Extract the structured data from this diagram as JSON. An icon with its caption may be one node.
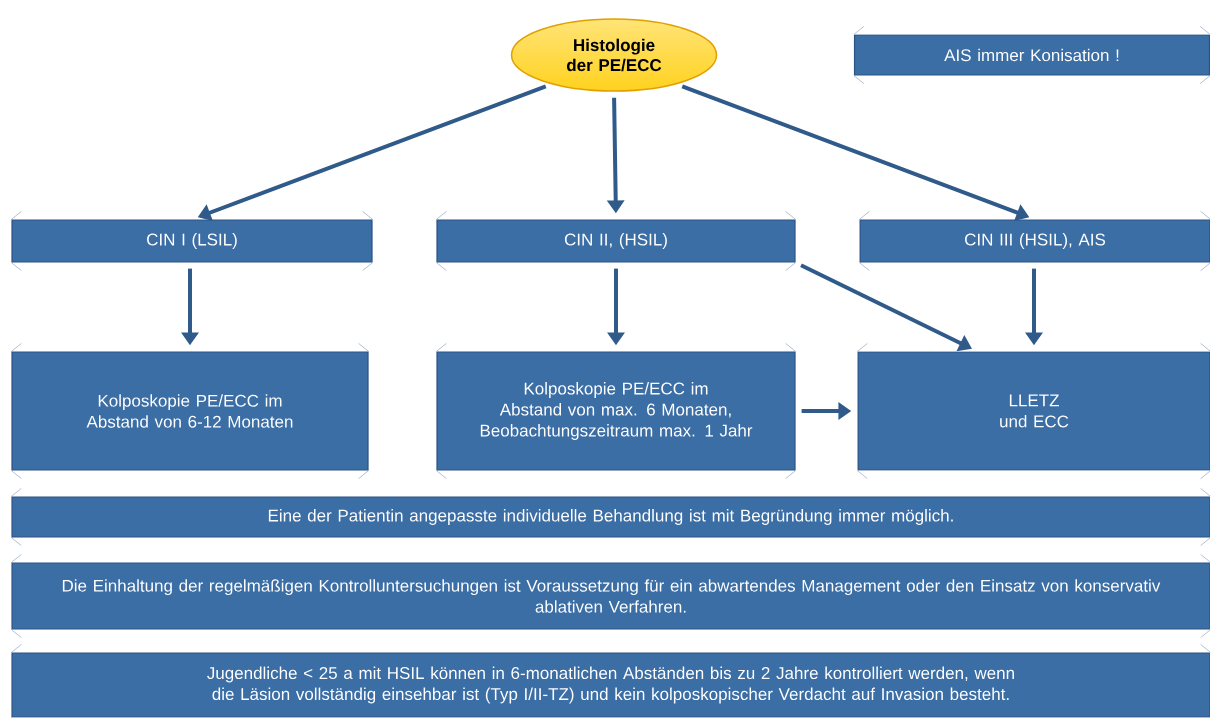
{
  "diagram": {
    "nodes": [
      {
        "text": [
          "Histologie der PE/ECC"
        ]
      },
      {
        "text": [
          "AIS immer Konisation !"
        ]
      },
      {
        "text": [
          "CIN I (LSIL)"
        ]
      },
      {
        "text": [
          "CIN II, (HSIL)"
        ]
      },
      {
        "text": [
          "CIN III (HSIL), AIS"
        ]
      },
      {
        "text": [
          "Kolposkopie PE/ECC im Abstand von 6-12 Monaten"
        ]
      },
      {
        "text": [
          "Kolposkopie PE/ECC im Abstand von max. 6 Monaten, Beobachtungszeitraum max. 1 Jahr"
        ]
      },
      {
        "text": [
          "LLETZ und ECC"
        ]
      },
      {
        "text": [
          "Eine der Patientin angepasste individuelle Behandlung ist mit Begründung immer möglich."
        ]
      },
      {
        "text": [
          "Die Einhaltung der regelmäßigen Kontrolluntersuchungen ist Voraussetzung für ein abwartendes Management oder den Einsatz von konservativ ablativen Verfahren."
        ]
      },
      {
        "text": [
          "Jugendliche < 25 a mit HSIL können in 6-monatlichen Abständen bis zu 2 Jahre kontrolliert werden, wenn die Läsion vollständig einsehbar ist (Typ I/II-TZ) und kein kolposkopischer Verdacht auf Invasion besteht."
        ]
      }
    ],
    "edges": [
      {
        "from": 0,
        "to": 2,
        "arrow": "to"
      },
      {
        "from": 0,
        "to": 3,
        "arrow": "to"
      },
      {
        "from": 0,
        "to": 4,
        "arrow": "to"
      },
      {
        "from": 2,
        "to": 5,
        "arrow": "to"
      },
      {
        "from": 3,
        "to": 6,
        "arrow": "to"
      },
      {
        "from": 3,
        "to": 7,
        "arrow": "to"
      },
      {
        "from": 4,
        "to": 7,
        "arrow": "to"
      },
      {
        "from": 6,
        "to": 7,
        "arrow": "to"
      }
    ]
  }
}
